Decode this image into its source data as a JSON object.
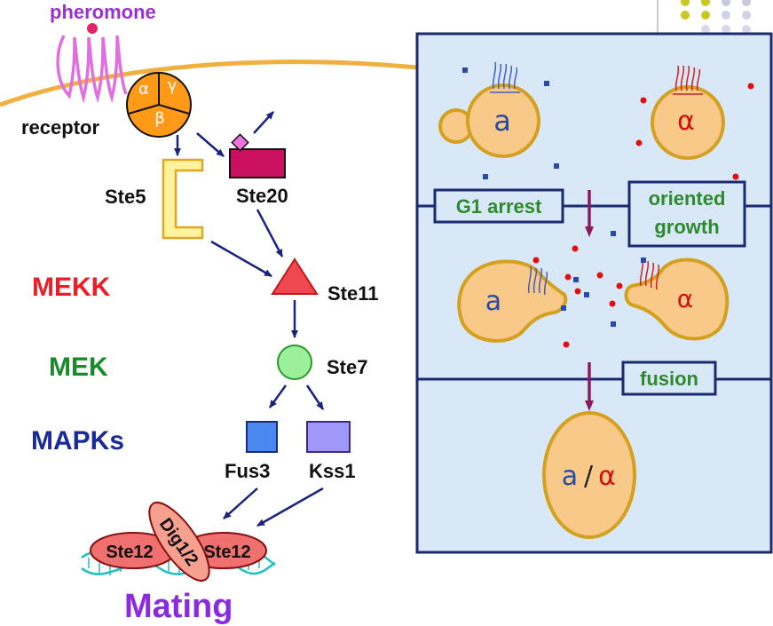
{
  "pathway": {
    "pheromone": "pheromone",
    "receptor": "receptor",
    "g_alpha": "α",
    "g_beta": "β",
    "g_gamma": "γ",
    "ste5": "Ste5",
    "ste20": "Ste20",
    "mekk": "MEKK",
    "ste11": "Ste11",
    "mek": "MEK",
    "ste7": "Ste7",
    "mapks": "MAPKs",
    "fus3": "Fus3",
    "kss1": "Kss1",
    "ste12_left": "Ste12",
    "ste12_right": "Ste12",
    "dig": "Dig1/2",
    "mating": "Mating"
  },
  "mating_panel": {
    "cell_a": "a",
    "cell_alpha": "α",
    "g1_arrest": "G1 arrest",
    "oriented_growth_1": "oriented",
    "oriented_growth_2": "growth",
    "fusion": "fusion",
    "diploid_a": "a",
    "diploid_sep": "/",
    "diploid_alpha": "α"
  },
  "colors": {
    "pheromone": "#9b30d0",
    "mekk": "#ee1c24",
    "mek": "#1a8a2a",
    "mapks": "#1a2a9a",
    "mating": "#8a2be2",
    "panel_bg": "#d9e8f7",
    "panel_border": "#1a2a6e",
    "cell_fill": "#f9c98a",
    "cell_border": "#d4a020",
    "label_green": "#2e8a2e"
  }
}
